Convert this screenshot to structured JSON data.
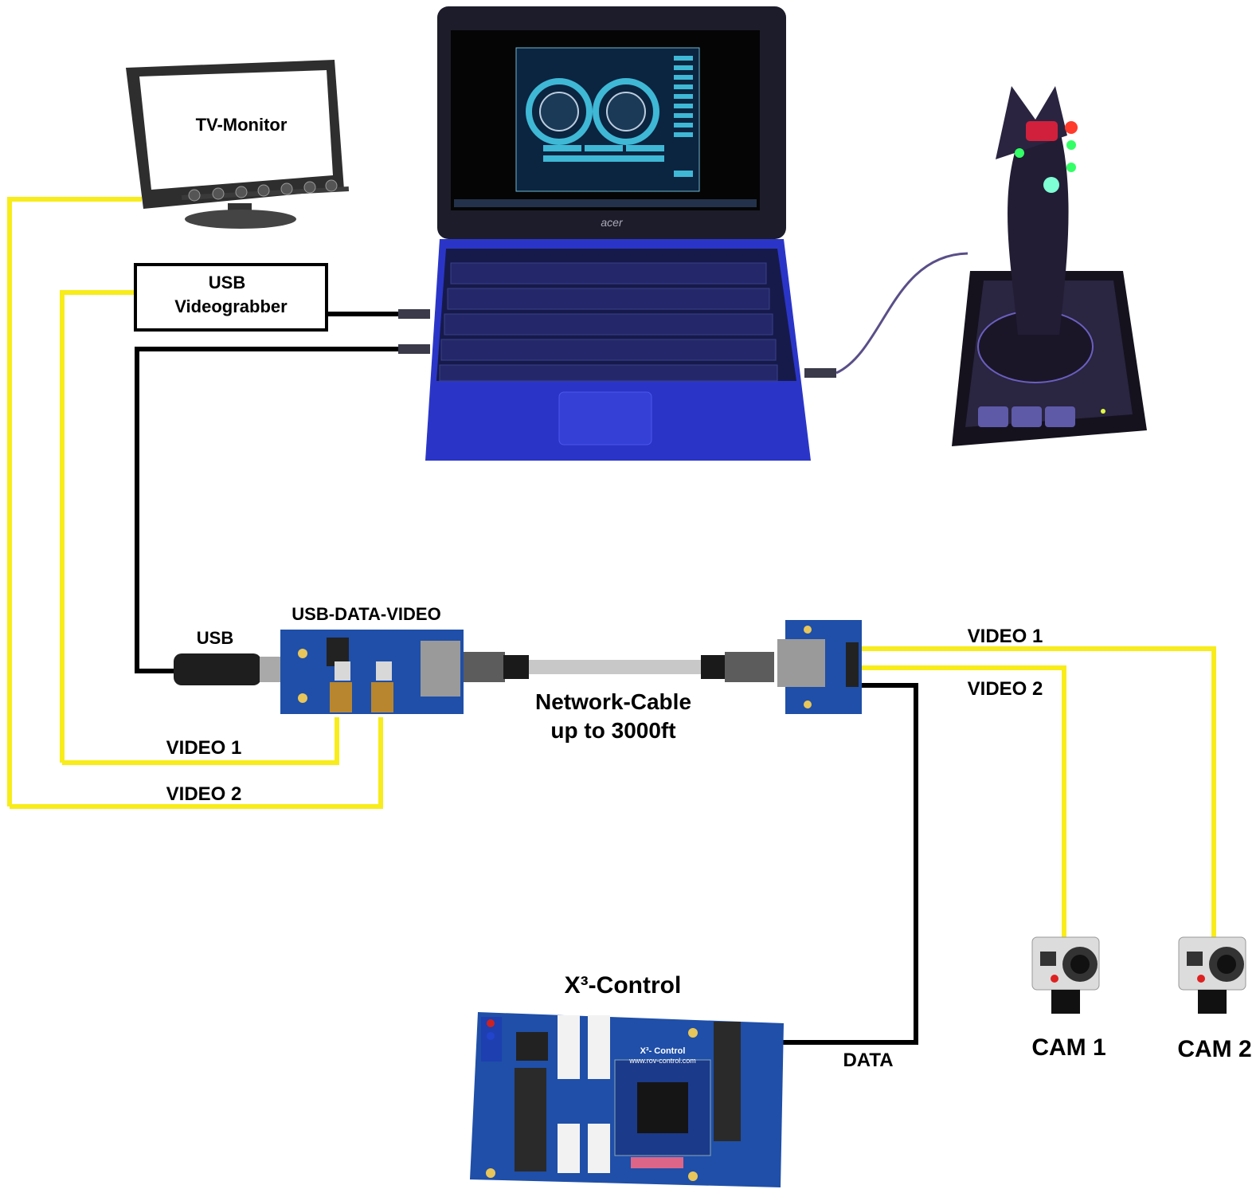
{
  "labels": {
    "tv_monitor": "TV-Monitor",
    "usb_videograbber_line1": "USB",
    "usb_videograbber_line2": "Videograbber",
    "usb": "USB",
    "usb_data_video": "USB-DATA-VIDEO",
    "video1_left": "VIDEO 1",
    "video2_left": "VIDEO 2",
    "network_cable_line1": "Network-Cable",
    "network_cable_line2": "up to 3000ft",
    "video1_right": "VIDEO 1",
    "video2_right": "VIDEO 2",
    "data": "DATA",
    "x3_control": "X³-Control",
    "cam1": "CAM 1",
    "cam2": "CAM 2"
  },
  "board_text": {
    "x3_brand": "X³- Control",
    "x3_url": "www.rov-control.com"
  },
  "laptop": {
    "brand": "acer"
  },
  "colors": {
    "video_cable": "#f8ec1a",
    "data_cable": "#000000",
    "pcb_blue": "#1f4fa8",
    "laptop_blue": "#2a35c8",
    "network_cable": "#c8c8c8"
  }
}
